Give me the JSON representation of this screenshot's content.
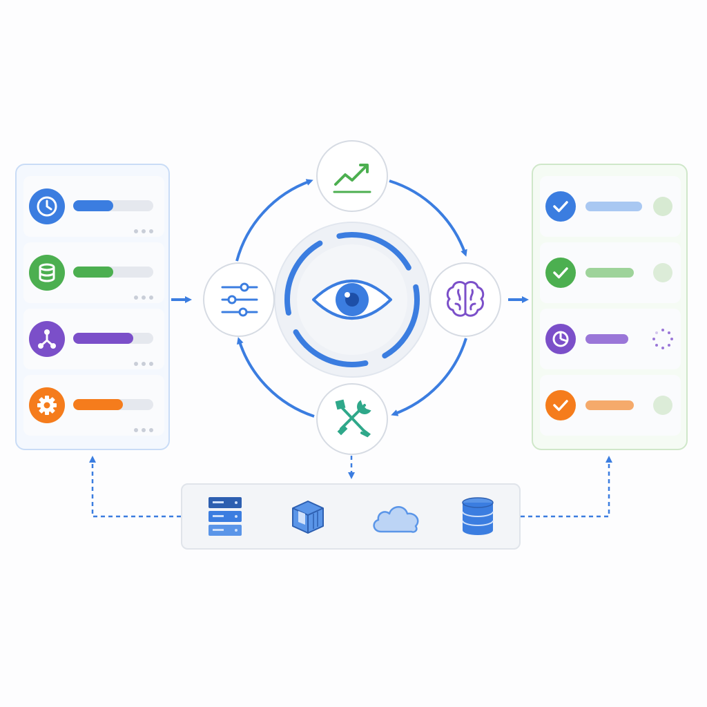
{
  "colors": {
    "accent_blue": "#3b7de0",
    "green": "#4caf50",
    "purple": "#7b4fc9",
    "orange": "#f57c1c",
    "teal": "#2fa88a",
    "panel_border_left": "#c9dcf6",
    "panel_border_right": "#cfe7c9"
  },
  "input_panel": {
    "items": [
      {
        "icon": "clock-icon",
        "color": "#3b7de0",
        "progress": 0.5
      },
      {
        "icon": "database-icon",
        "color": "#4caf50",
        "progress": 0.5
      },
      {
        "icon": "network-node-icon",
        "color": "#7b4fc9",
        "progress": 0.75
      },
      {
        "icon": "gear-icon",
        "color": "#f57c1c",
        "progress": 0.62
      }
    ]
  },
  "cycle": {
    "center": "eye-icon",
    "nodes": [
      {
        "icon": "trending-up-chart-icon",
        "color": "#4caf50"
      },
      {
        "icon": "brain-icon",
        "color": "#7b4fc9"
      },
      {
        "icon": "tools-icon",
        "color": "#2fa88a"
      },
      {
        "icon": "sliders-icon",
        "color": "#3b7de0"
      }
    ]
  },
  "output_panel": {
    "items": [
      {
        "icon": "check-icon",
        "status": "done",
        "color": "#3b7de0",
        "bar_color": "#a9c8f2"
      },
      {
        "icon": "check-icon",
        "status": "done",
        "color": "#4caf50",
        "bar_color": "#9ed39a"
      },
      {
        "icon": "pie-chart-icon",
        "status": "in-progress",
        "color": "#7b4fc9",
        "bar_color": "#9a76d8"
      },
      {
        "icon": "check-icon",
        "status": "done",
        "color": "#f57c1c",
        "bar_color": "#f5aa6b"
      }
    ]
  },
  "infrastructure": {
    "items": [
      "server-rack-icon",
      "container-box-icon",
      "cloud-icon",
      "database-stack-icon"
    ]
  }
}
